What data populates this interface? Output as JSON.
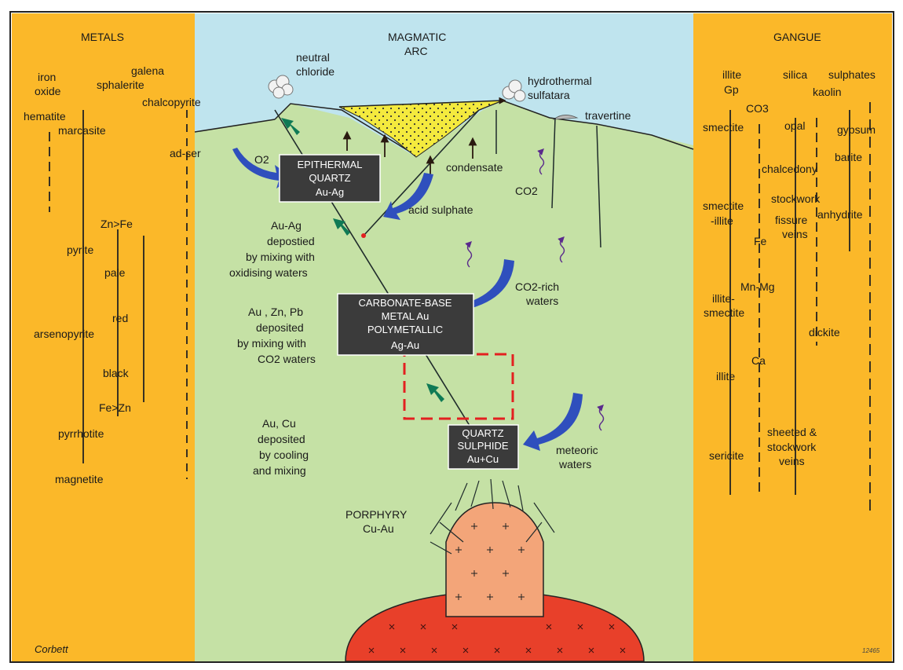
{
  "metals": {
    "title": "METALS",
    "items": {
      "iron_oxide_1": "iron",
      "iron_oxide_2": "oxide",
      "galena": "galena",
      "sphalerite": "sphalerite",
      "chalcopyrite": "chalcopyrite",
      "hematite": "hematite",
      "marcasite": "marcasite",
      "ad_ser": "ad-ser",
      "zn_fe": "Zn>Fe",
      "pyrite": "pyrite",
      "pale": "pale",
      "red": "red",
      "arsenopyrite": "arsenopyrite",
      "black": "black",
      "fe_zn": "Fe>Zn",
      "pyrrhotite": "pyrrhotite",
      "magnetite": "magnetite"
    },
    "credit": "Corbett"
  },
  "gangue": {
    "title": "GANGUE",
    "items": {
      "illite": "illite",
      "gp": "Gp",
      "silica": "silica",
      "sulphates": "sulphates",
      "co3": "CO3",
      "kaolin": "kaolin",
      "opal": "opal",
      "gypsum": "gypsum",
      "smectite": "smectite",
      "barite": "barite",
      "chalcedony": "chalcedony",
      "smectite_illite_1": "smectite",
      "smectite_illite_2": "-illite",
      "stockwork": "stockwork",
      "fissure": "fissure",
      "veins": "veins",
      "anhydrite": "anhydrite",
      "fe": "Fe",
      "mn_mg": "Mn-Mg",
      "illite_smectite_1": "illite-",
      "illite_smectite_2": "smectite",
      "dickite": "dickite",
      "ca": "Ca",
      "illite_2": "illite",
      "sheeted_1": "sheeted &",
      "sheeted_2": "stockwork",
      "sheeted_3": "veins",
      "sericite": "sericite"
    },
    "figure_code": "12465"
  },
  "arc": {
    "title_1": "MAGMATIC",
    "title_2": "ARC",
    "neutral_1": "neutral",
    "neutral_2": "chloride",
    "hydro_1": "hydrothermal",
    "hydro_2": "sulfatara",
    "travertine": "travertine",
    "o2": "O2",
    "condensate": "condensate",
    "co2": "CO2",
    "acid_sulphate": "acid sulphate",
    "co2_rich_1": "CO2-rich",
    "co2_rich_2": "waters",
    "meteoric_1": "meteoric",
    "meteoric_2": "waters",
    "porphyry_1": "PORPHYRY",
    "porphyry_2": "Cu-Au"
  },
  "boxes": {
    "epithermal": [
      "EPITHERMAL",
      "QUARTZ",
      "Au-Ag"
    ],
    "carbonate": [
      "CARBONATE-BASE",
      "METAL Au",
      "POLYMETALLIC",
      "Ag-Au"
    ],
    "quartz_sulphide": [
      "QUARTZ",
      "SULPHIDE",
      "Au+Cu"
    ]
  },
  "notes": {
    "auag": [
      "Au-Ag",
      "depostied",
      "by mixing with",
      "oxidising waters"
    ],
    "auznpb": [
      "Au , Zn, Pb",
      "deposited",
      "by mixing with",
      "CO2  waters"
    ],
    "aucu": [
      "Au, Cu",
      "deposited",
      "by cooling",
      "and mixing"
    ]
  },
  "colors": {
    "orange_panel": "#fbb829",
    "sky": "#bfe4ee",
    "ground": "#c5e1a5",
    "dark_box": "#3b3b3b",
    "blue_arrow": "#2f4fbd",
    "green_arrow": "#0f7a55",
    "porphyry_top": "#f3a579",
    "porphyry_base": "#e8402a",
    "highlight_dash": "#e32020",
    "yellow_sinter": "#f4ea3e"
  }
}
